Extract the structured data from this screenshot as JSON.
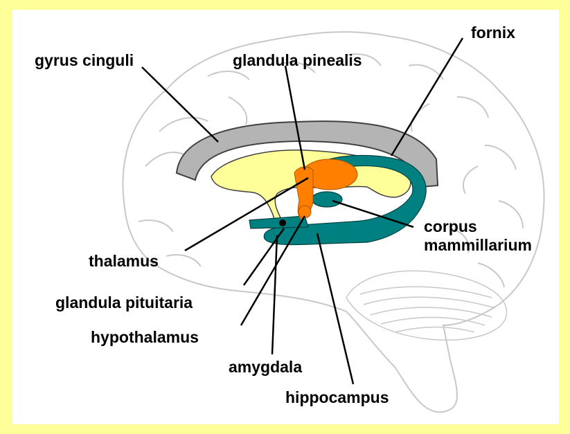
{
  "labels": {
    "gyrus_cinguli": "gyrus cinguli",
    "glandula_pinealis": "glandula pinealis",
    "fornix": "fornix",
    "corpus_line1": "corpus",
    "corpus_line2": "mammillarium",
    "thalamus": "thalamus",
    "glandula_pituitaria": "glandula pituitaria",
    "hypothalamus": "hypothalamus",
    "amygdala": "amygdala",
    "hippocampus": "hippocampus"
  },
  "colors": {
    "background": "#ffff99",
    "panel": "#ffffff",
    "brain_outline": "#c8c8c8",
    "gyrus": "#b4b4b4",
    "thalamus_region": "#ffff99",
    "fornix_teal": "#008080",
    "pineal_orange": "#ff7f00"
  }
}
